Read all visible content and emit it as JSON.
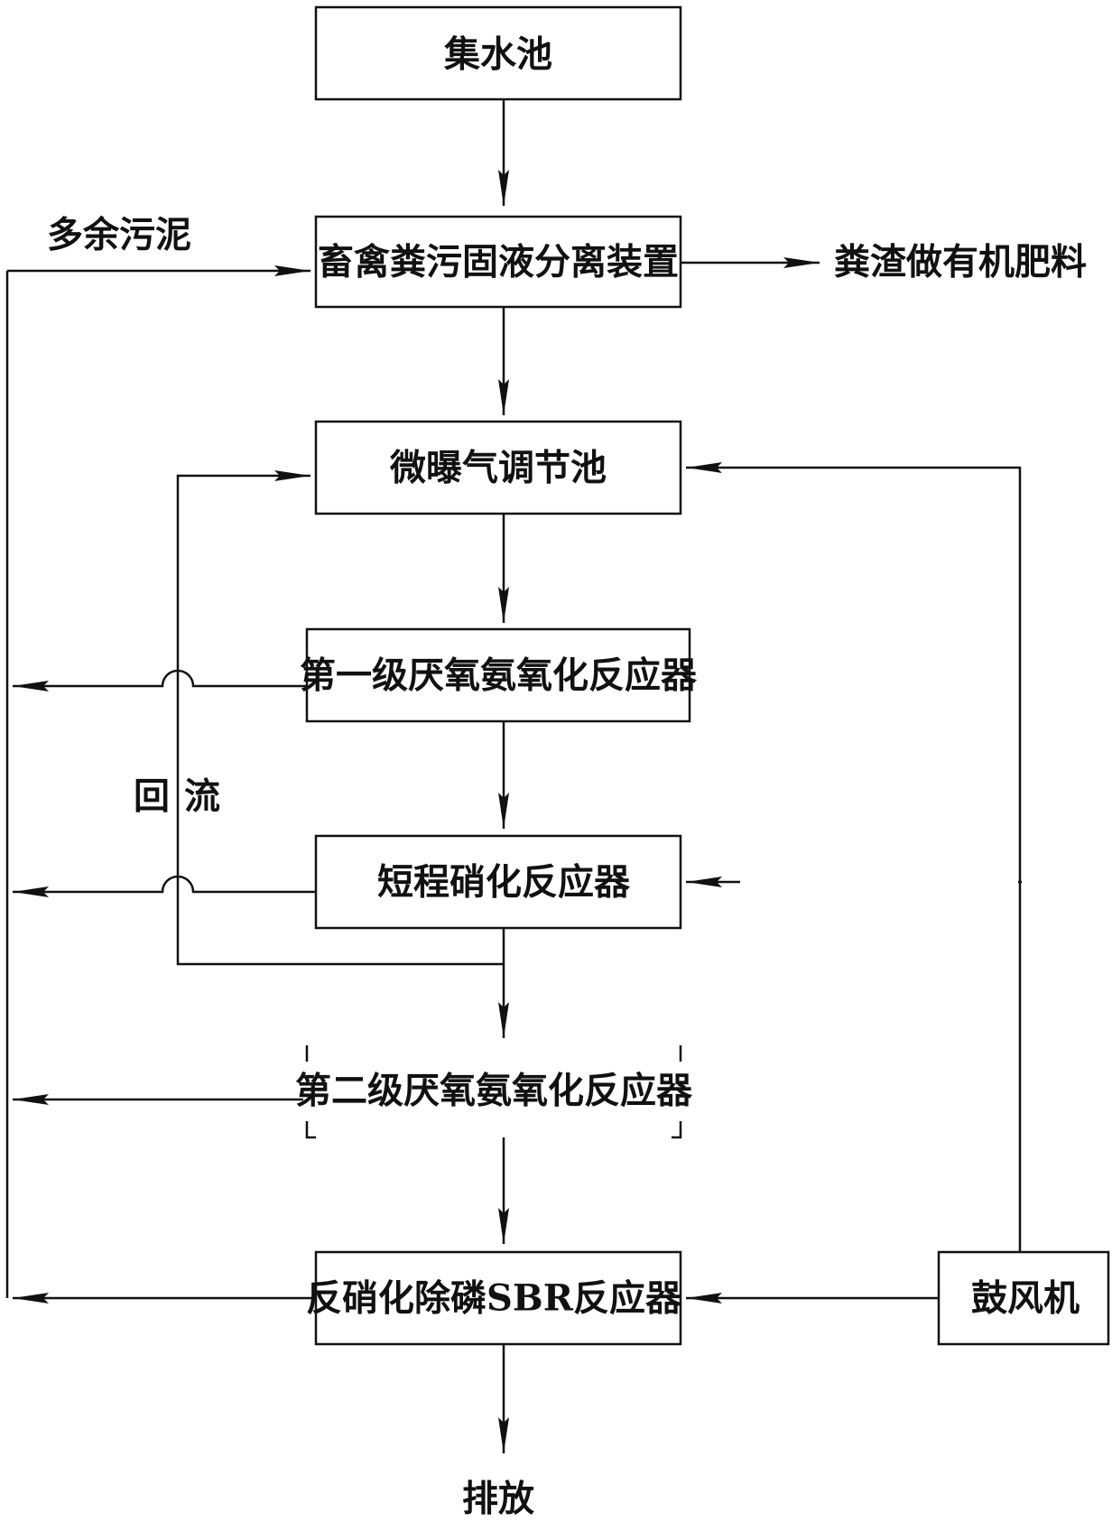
{
  "nodes": {
    "collection_tank": "集水池",
    "separator": "畜禽粪污固液分离装置",
    "aeration_tank": "微曝气调节池",
    "anammox_1": "第一级厌氧氨氧化反应器",
    "nitrification": "短程硝化反应器",
    "anammox_2": "第二级厌氧氨氧化反应器",
    "sbr": "反硝化除磷SBR反应器",
    "blower": "鼓风机"
  },
  "labels": {
    "excess_sludge": "多余污泥",
    "manure_fertilizer": "粪渣做有机肥料",
    "reflux_1": "回",
    "reflux_2": "流",
    "discharge": "排放"
  }
}
